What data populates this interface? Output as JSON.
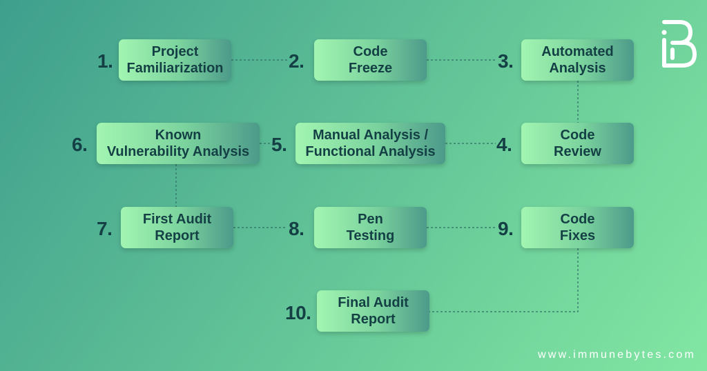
{
  "steps": [
    {
      "number": "1.",
      "line1": "Project",
      "line2": "Familiarization"
    },
    {
      "number": "2.",
      "line1": "Code",
      "line2": "Freeze"
    },
    {
      "number": "3.",
      "line1": "Automated",
      "line2": "Analysis"
    },
    {
      "number": "4.",
      "line1": "Code",
      "line2": "Review"
    },
    {
      "number": "5.",
      "line1": "Manual Analysis /",
      "line2": "Functional Analysis"
    },
    {
      "number": "6.",
      "line1": "Known",
      "line2": "Vulnerability Analysis"
    },
    {
      "number": "7.",
      "line1": "First Audit",
      "line2": "Report"
    },
    {
      "number": "8.",
      "line1": "Pen",
      "line2": "Testing"
    },
    {
      "number": "9.",
      "line1": "Code",
      "line2": "Fixes"
    },
    {
      "number": "10.",
      "line1": "Final Audit",
      "line2": "Report"
    }
  ],
  "website": "www.immunebytes.com",
  "logo_icon": "immunebytes-logo-icon",
  "colors": {
    "background_start": "#3e9f8d",
    "background_end": "#82e6a3",
    "box_light": "#a2f5b1",
    "box_dark": "#4c9a8a",
    "text": "#143f44",
    "connector": "#2d6e65"
  }
}
